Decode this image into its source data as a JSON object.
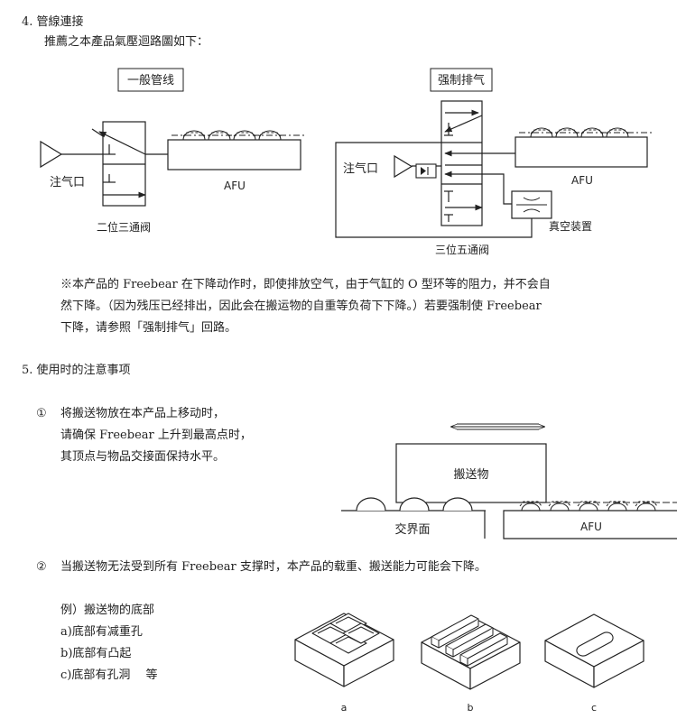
{
  "section4": {
    "heading": "4. 管線連接",
    "intro": "推薦之本產品氣壓迴路圖如下：",
    "diagram_left": {
      "title": "一般管线",
      "port_label": "注气口",
      "device_label": "AFU",
      "valve_label": "二位三通阀"
    },
    "diagram_right": {
      "title": "强制排气",
      "port_label": "注气口",
      "device_label": "AFU",
      "valve_label": "三位五通阀",
      "vacuum_label": "真空装置"
    },
    "note_lines": [
      "※本产品的 Freebear 在下降动作时，即使排放空气，由于气缸的 O 型环等的阻力，并不会自",
      "然下降。（因为残压已经排出，因此会在搬运物的自重等负荷下下降。）若要强制使 Freebear",
      "下降，请参照「强制排气」回路。"
    ]
  },
  "section5": {
    "heading": "5. 使用时的注意事项",
    "item1": {
      "marker": "①",
      "lines": [
        "将搬送物放在本产品上移动时，",
        "请确保 Freebear 上升到最高点时，",
        "其顶点与物品交接面保持水平。"
      ],
      "diagram": {
        "load_label": "搬送物",
        "interface_label": "交界面",
        "device_label": "AFU"
      }
    },
    "item2": {
      "marker": "②",
      "text": "当搬送物无法受到所有 Freebear 支撑时，本产品的载重、搬送能力可能会下降。",
      "example_lines": [
        "例）搬送物的底部",
        "a)底部有减重孔",
        "b)底部有凸起",
        "c)底部有孔洞　 等"
      ],
      "figure_labels": [
        "a",
        "b",
        "c"
      ]
    }
  }
}
